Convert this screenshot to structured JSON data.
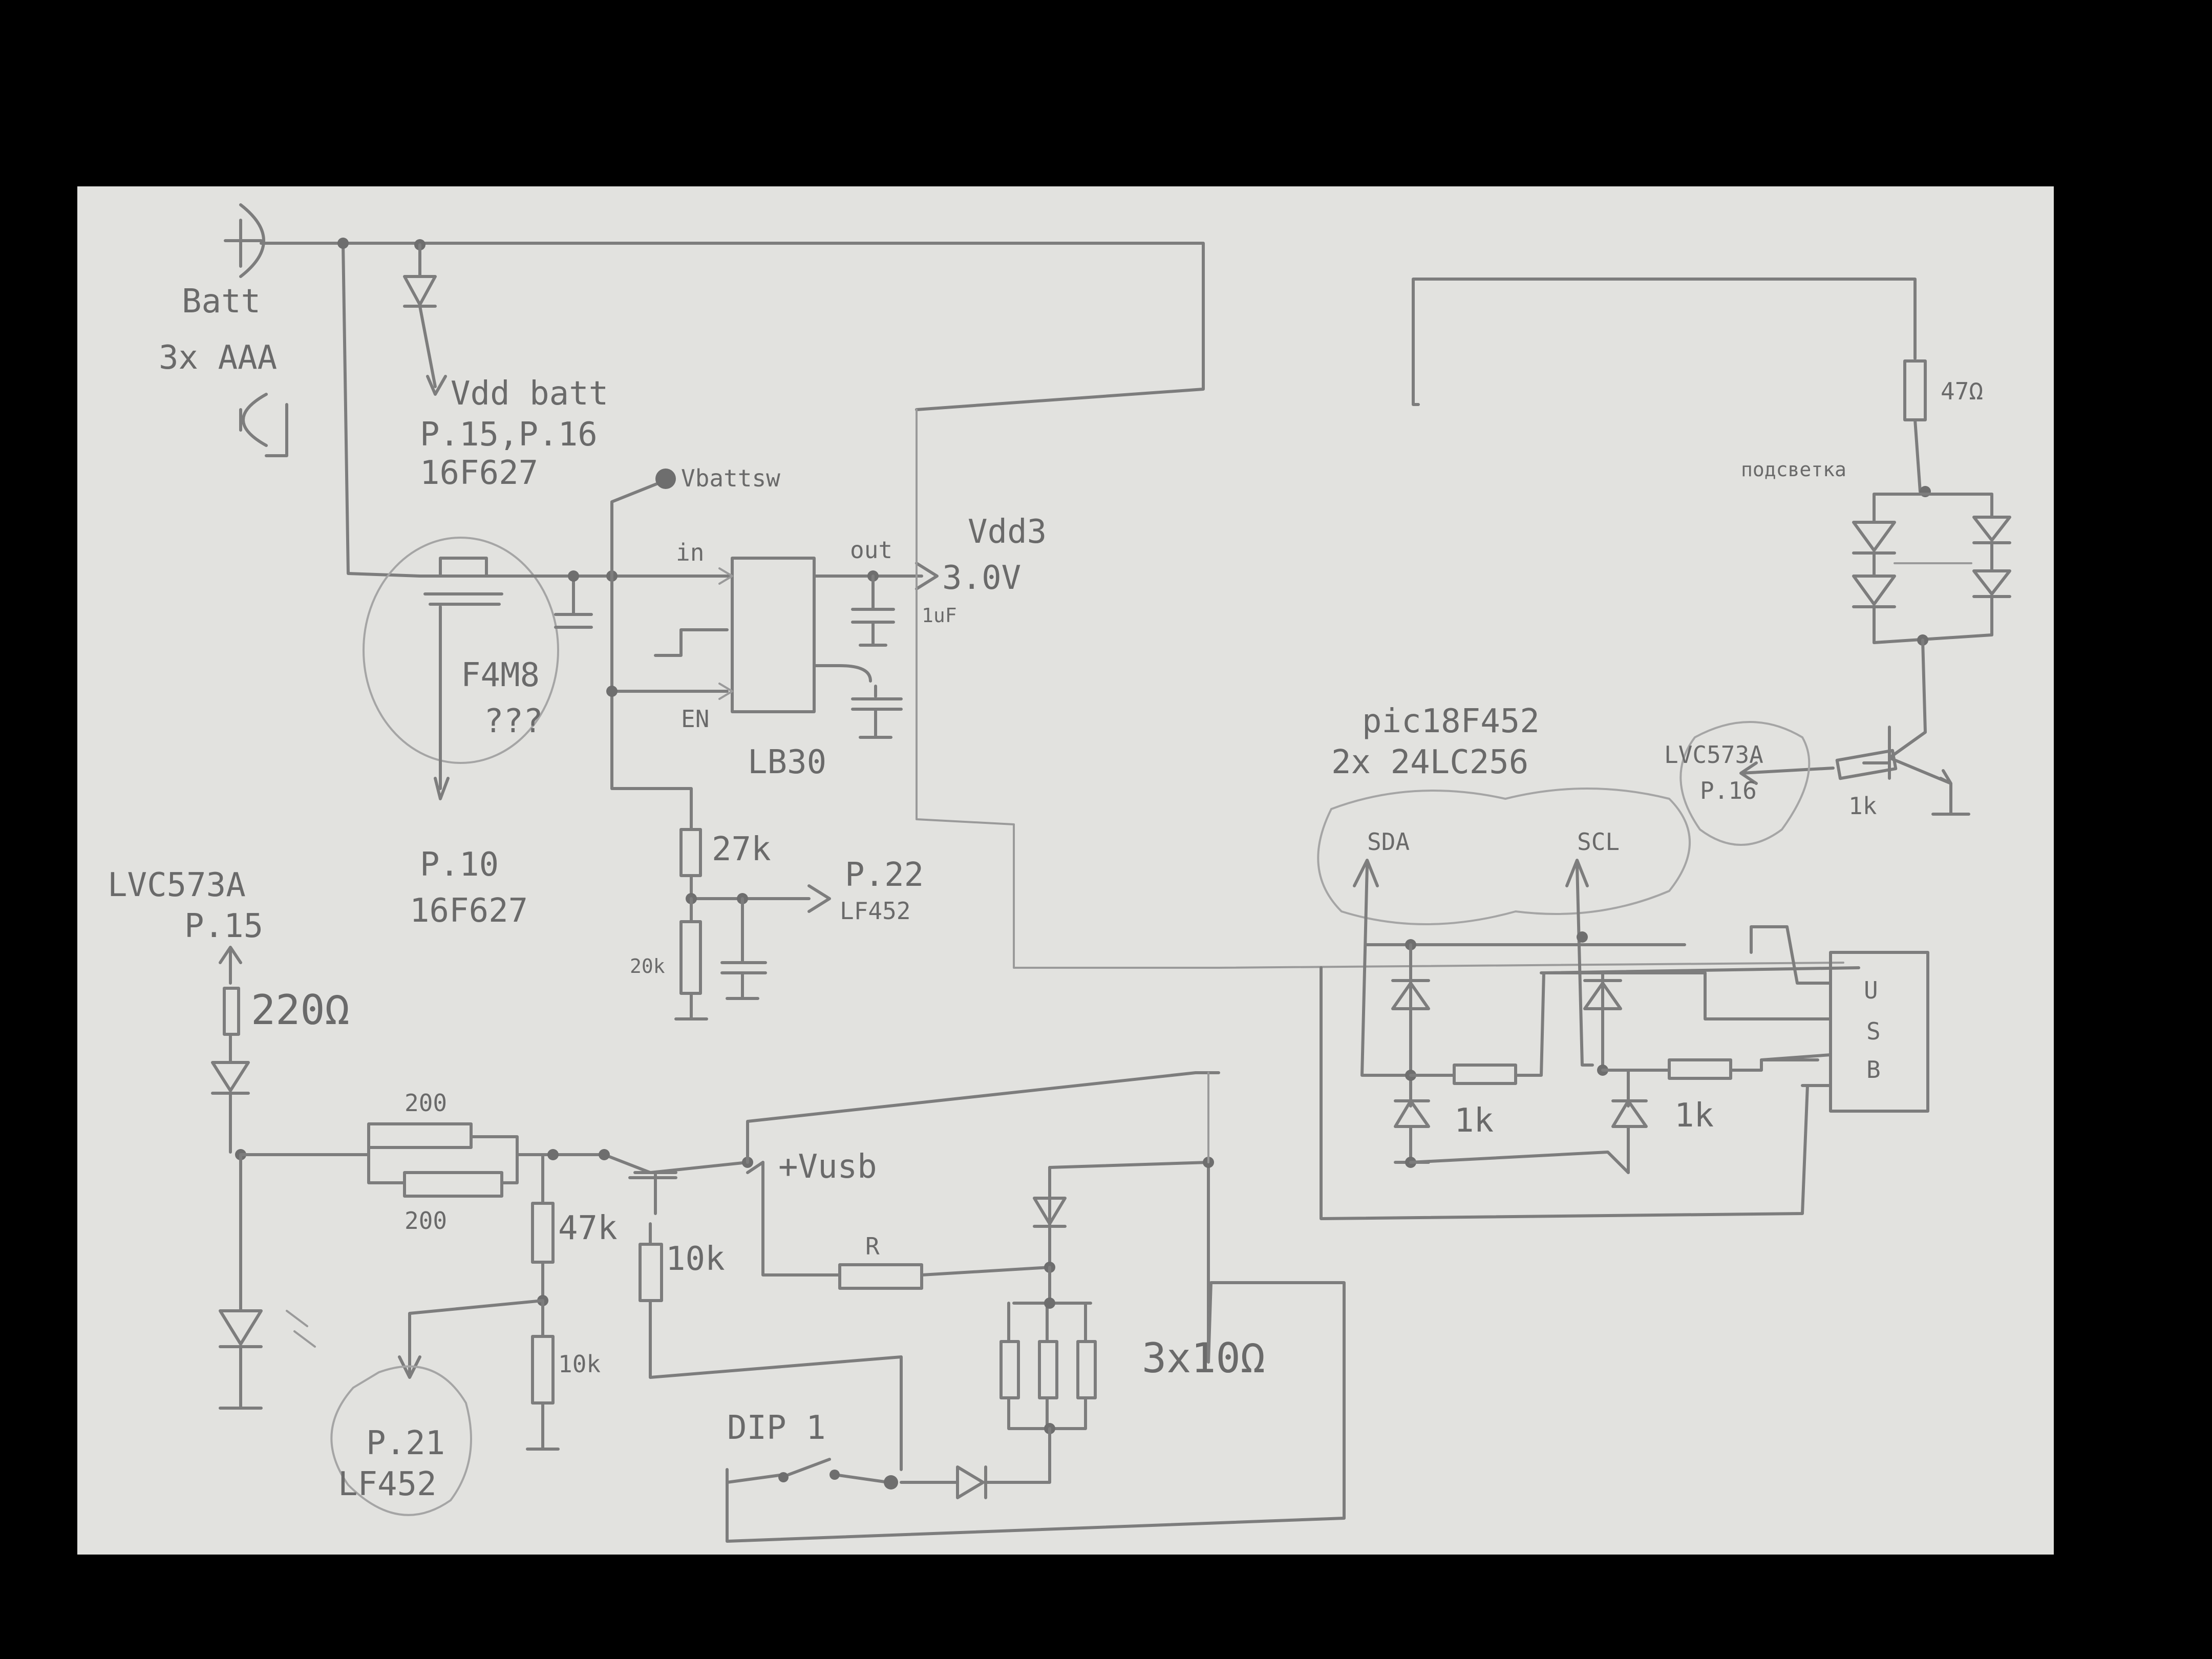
{
  "battery": {
    "name": "Batt",
    "detail": "3x AAA"
  },
  "vdd_batt": {
    "name": "Vdd batt",
    "pins": "P.15,P.16",
    "chip": "16F627"
  },
  "mosfet": {
    "name": "F4M8",
    "note": "???"
  },
  "p10": {
    "pin": "P.10",
    "chip": "16F627"
  },
  "v_batt_sw": "Vbattsw",
  "regulator": {
    "in": "in",
    "out": "out",
    "en": "EN",
    "name": "LB30"
  },
  "vdd3": {
    "name": "Vdd3",
    "value": "3.0V",
    "cap": "1uF"
  },
  "divider": {
    "r_top": "27k",
    "r_bot": "20k",
    "pin": "P.22",
    "chip": "LF452"
  },
  "led_driver": {
    "chip": "LVC573A",
    "pin": "P.15",
    "resistor": "220Ω"
  },
  "r200a": "200",
  "r200b": "200",
  "r47k": "47k",
  "r10k": "10k",
  "r10k_b": "10k",
  "p21": {
    "pin": "P.21",
    "chip": "LF452"
  },
  "vusb": "+Vusb",
  "r_sense": "R",
  "r3x10": "3x10Ω",
  "dip": "DIP 1",
  "r47ohm": "47Ω",
  "backlight": "подсветка",
  "backlight_ctrl": {
    "chip": "LVC573A",
    "pin": "P.16",
    "resistor": "1k"
  },
  "pic": {
    "name": "pic18F452",
    "eeprom": "2x 24LC256"
  },
  "sda": "SDA",
  "scl": "SCL",
  "r1k_a": "1k",
  "r1k_b": "1k",
  "usb": {
    "label": "USB"
  }
}
